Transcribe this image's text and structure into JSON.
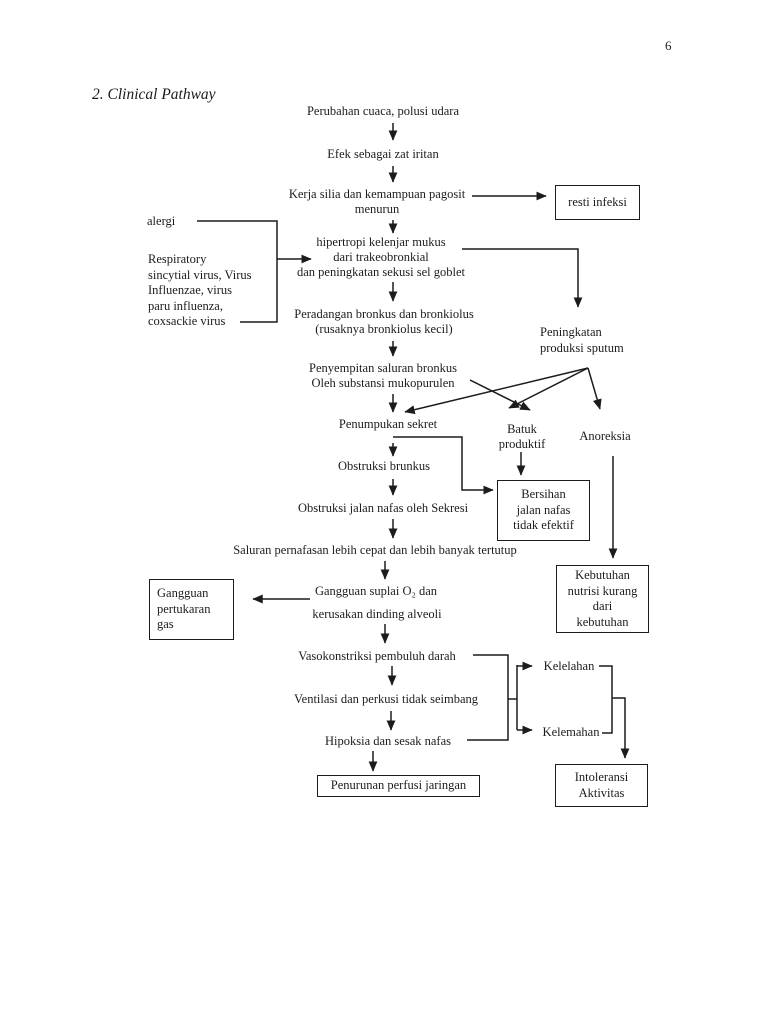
{
  "page": {
    "number": "6",
    "title": "2. Clinical Pathway"
  },
  "colors": {
    "ink": "#1c1c1c",
    "paper": "#ffffff"
  },
  "flow": {
    "perubahan": "Perubahan cuaca, polusi udara",
    "efek": "Efek sebagai zat iritan",
    "kerja": "Kerja silia dan kemampuan pagosit\nmenurun",
    "resti": "resti infeksi",
    "alergi": "alergi",
    "virus": "Respiratory\nsincytial virus, Virus\nInfluenzae, virus\nparu influenza,\ncoxsackie virus",
    "hipertropi": "hipertropi kelenjar mukus\ndari trakeobronkial\ndan peningkatan sekusi sel goblet",
    "sputum": "Peningkatan\nproduksi sputum",
    "peradangan": "Peradangan bronkus dan bronkiolus\n(rusaknya bronkiolus kecil)",
    "penyempitan": "Penyempitan saluran bronkus\nOleh substansi mukopurulen",
    "penumpukan": "Penumpukan sekret",
    "batuk": "Batuk\nproduktif",
    "anoreksia": "Anoreksia",
    "obstruksi_brunkus": "Obstruksi brunkus",
    "bersihan": "Bersihan\njalan nafas\ntidak efektif",
    "obstruksi_jalan": "Obstruksi jalan nafas oleh Sekresi",
    "saluran": "Saluran pernafasan lebih cepat dan lebih banyak tertutup",
    "gangguan_gas": "Gangguan\npertukaran\ngas",
    "gangguan_suplai": "Gangguan suplai O₂ dan",
    "kerusakan": "kerusakan dinding alveoli",
    "kebutuhan": "Kebutuhan\nnutrisi kurang\ndari\nkebutuhan",
    "vasokonstriksi": "Vasokonstriksi pembuluh darah",
    "ventilasi": "Ventilasi dan perkusi tidak seimbang",
    "hipoksia": "Hipoksia dan sesak nafas",
    "kelelahan": "Kelelahan",
    "kelemahan": "Kelemahan",
    "penurunan": "Penurunan perfusi jaringan",
    "intoleransi": "Intoleransi\nAktivitas"
  }
}
